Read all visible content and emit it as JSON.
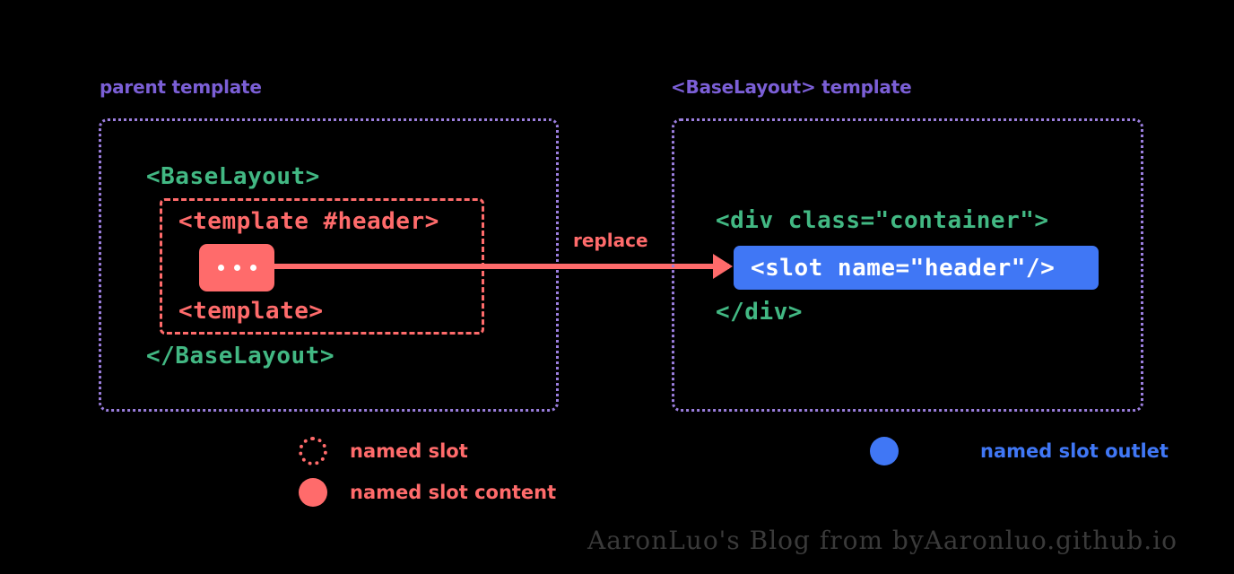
{
  "diagram": {
    "background_color": "#000000",
    "palette": {
      "slot_red": "#FF6B6B",
      "outlet_blue": "#4077F5",
      "code_green": "#42B883",
      "panel_purple": "#9B7EDE",
      "title_purple": "#7B5FD6"
    }
  },
  "panels": {
    "parent": {
      "title": "parent template",
      "code_lines": {
        "baselayout_open": "<BaseLayout>",
        "template_open": "<template #header>",
        "slot_content": "...",
        "template_close": "<template>",
        "baselayout_close": "</BaseLayout>"
      }
    },
    "base_layout": {
      "title": "<BaseLayout> template",
      "code_lines": {
        "div_open": "<div class=\"container\">",
        "slot_outlet": "<slot name=\"header\"/>",
        "div_close": "</div>"
      }
    }
  },
  "arrow": {
    "label": "replace"
  },
  "legend": [
    {
      "label": "named slot",
      "marker": "dotted-circle",
      "color": "#FF6B6B"
    },
    {
      "label": "named slot content",
      "marker": "filled-circle",
      "color": "#FF6B6B"
    },
    {
      "label": "named slot outlet",
      "marker": "filled-circle",
      "color": "#4077F5"
    }
  ],
  "watermark": {
    "text": "AaronLuo's Blog from byAaronluo.github.io"
  }
}
